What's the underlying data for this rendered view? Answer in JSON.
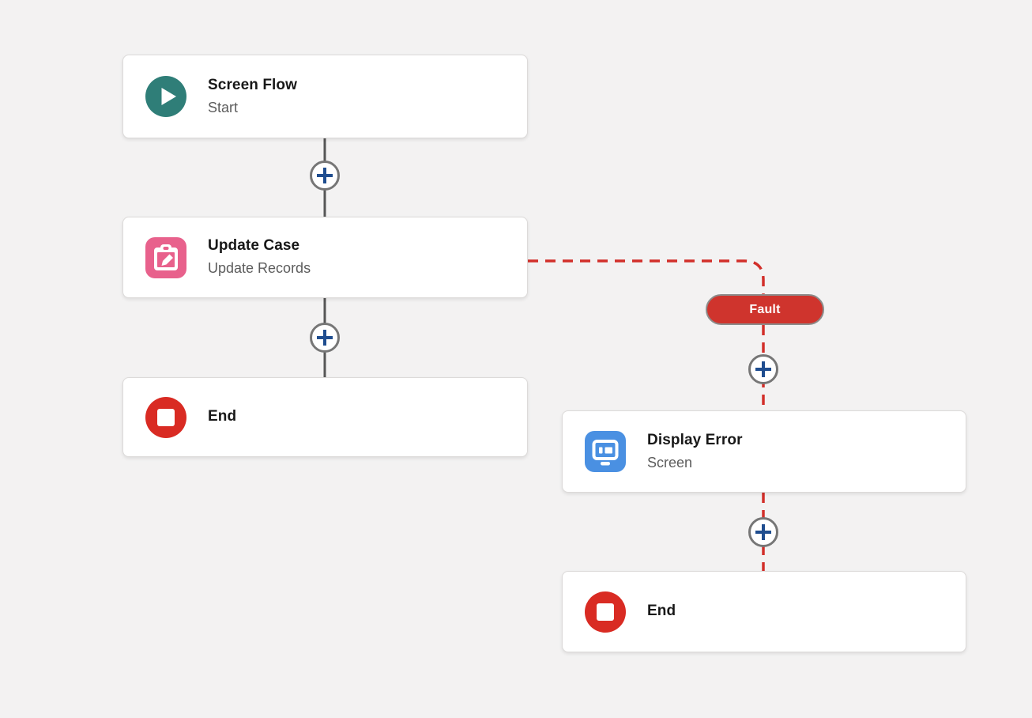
{
  "colors": {
    "canvas-bg": "#f3f2f2",
    "card-bg": "#ffffff",
    "card-border": "#dcdad9",
    "title-text": "#181818",
    "subtitle-text": "#5c5c5c",
    "connector-gray": "#565656",
    "plus-border": "#767676",
    "plus-glyph": "#1f4d8f",
    "fault-line-red": "#d22f2a",
    "fault-pill-bg": "#cf342d",
    "fault-pill-border": "#8c8b8a",
    "fault-pill-text": "#ffffff",
    "start-teal": "#2f7e78",
    "update-pink": "#e8618c",
    "screen-blue": "#4a90e2",
    "end-red": "#d92b23"
  },
  "nodes": [
    {
      "title": "Screen Flow",
      "subtitle": "Start",
      "icon": "play-icon",
      "type": "start"
    },
    {
      "title": "Update Case",
      "subtitle": "Update Records",
      "icon": "update-records-icon",
      "type": "update-records"
    },
    {
      "title": "End",
      "icon": "end-icon",
      "type": "end"
    },
    {
      "title": "Display Error",
      "subtitle": "Screen",
      "icon": "screen-icon",
      "type": "screen"
    },
    {
      "title": "End",
      "icon": "end-icon",
      "type": "end"
    }
  ],
  "connectors": {
    "fault_label": "Fault"
  }
}
